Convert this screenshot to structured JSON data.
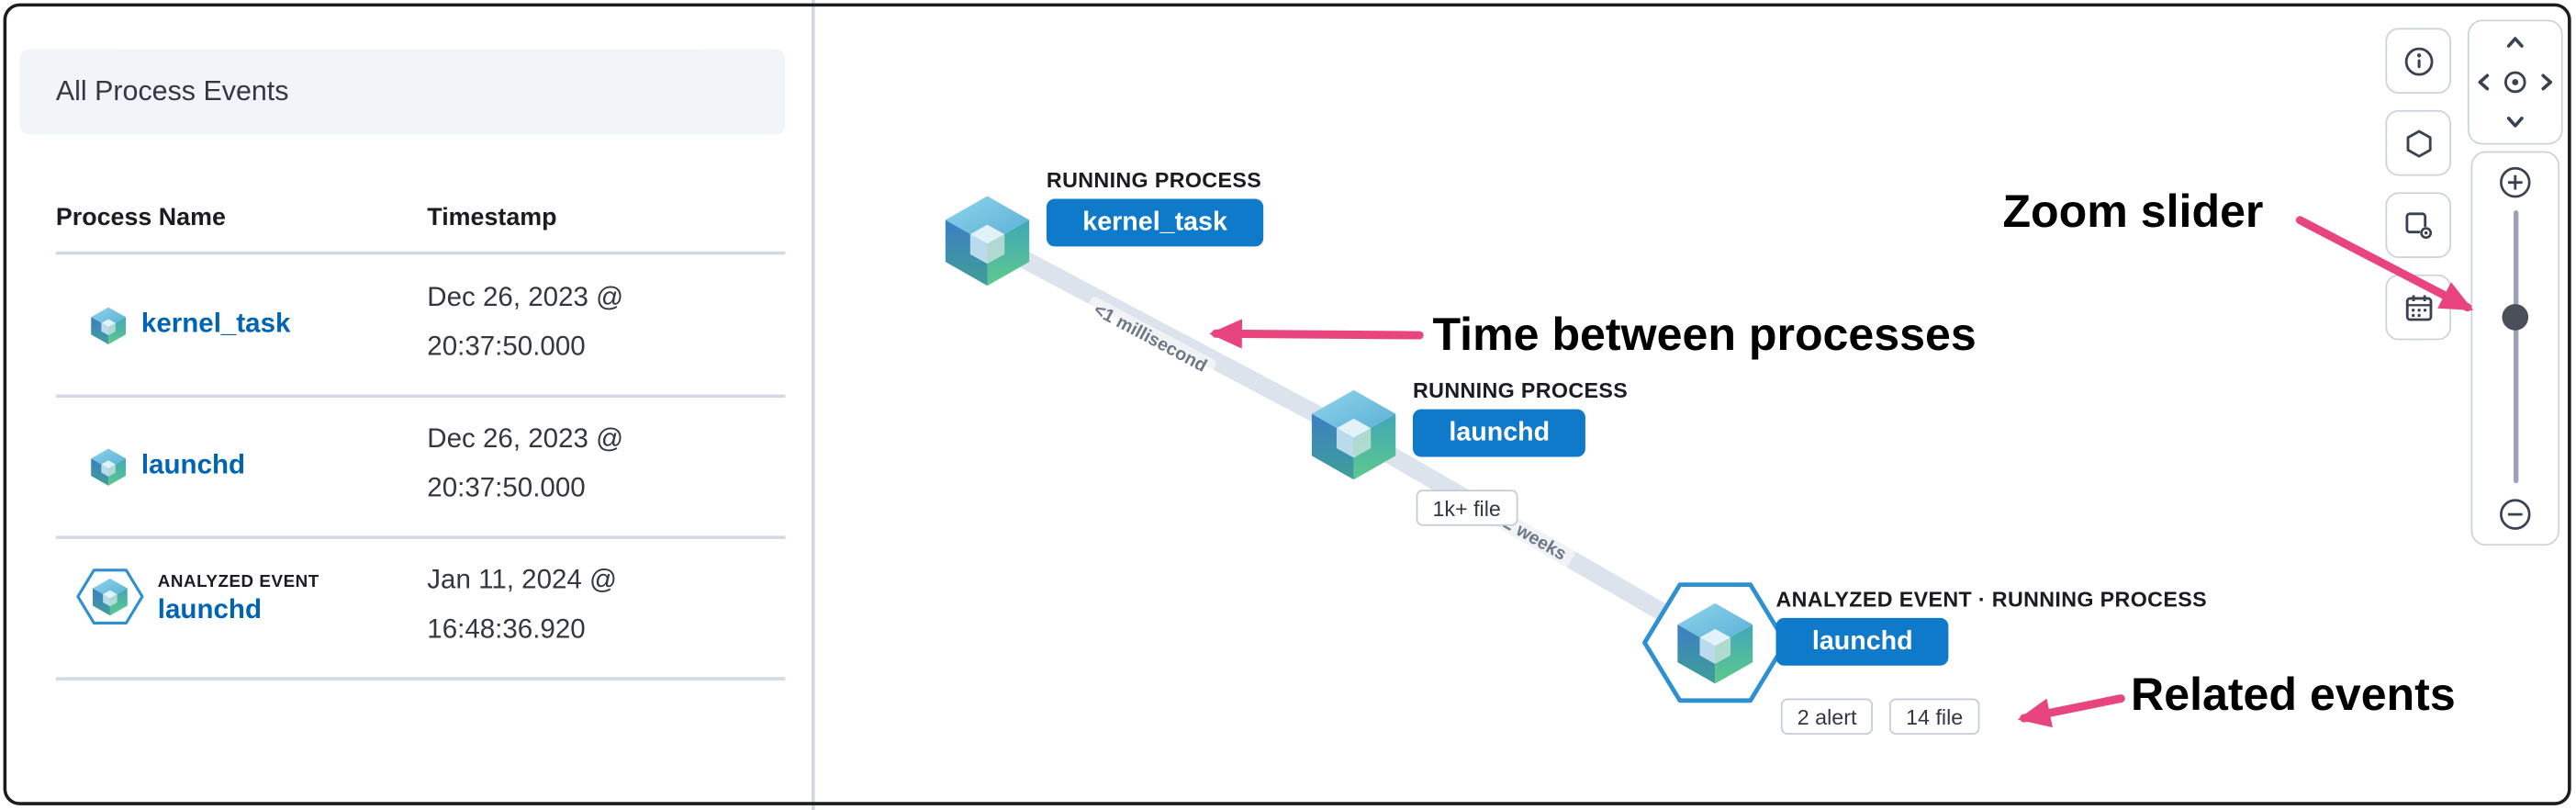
{
  "colors": {
    "pill_blue": "#0f7ac9",
    "link_blue": "#0064b5",
    "accent_pink": "#e8457f",
    "edge_gray": "#dde3ec",
    "panel_header_bg": "#f1f4f9",
    "border_gray": "#d3dae6",
    "text_dark": "#343741"
  },
  "left_panel": {
    "title": "All Process Events",
    "columns": {
      "name": "Process Name",
      "timestamp": "Timestamp"
    },
    "rows": [
      {
        "name": "kernel_task",
        "badge": "",
        "ts1": "Dec 26, 2023 @",
        "ts2": "20:37:50.000"
      },
      {
        "name": "launchd",
        "badge": "",
        "ts1": "Dec 26, 2023 @",
        "ts2": "20:37:50.000"
      },
      {
        "name": "launchd",
        "badge": "ANALYZED EVENT",
        "ts1": "Jan 11, 2024 @",
        "ts2": "16:48:36.920"
      }
    ]
  },
  "graph": {
    "nodes": [
      {
        "kind": "RUNNING PROCESS",
        "name": "kernel_task"
      },
      {
        "kind": "RUNNING PROCESS",
        "name": "launchd",
        "badge1": "1k+ file"
      },
      {
        "kind": "ANALYZED EVENT · RUNNING PROCESS",
        "name": "launchd",
        "badge1": "2 alert",
        "badge2": "14 file"
      }
    ],
    "edges": [
      {
        "label": "<1 millisecond"
      },
      {
        "label": "2 weeks"
      }
    ]
  },
  "annotations": {
    "time_between": "Time between processes",
    "zoom_slider": "Zoom slider",
    "related_events": "Related events"
  },
  "icons": {
    "info": "circled-i",
    "hexagon": "hexagon-outline",
    "schema": "schema-settings",
    "calendar": "calendar-grid",
    "plus": "+",
    "minus": "−",
    "center": "center-target"
  }
}
